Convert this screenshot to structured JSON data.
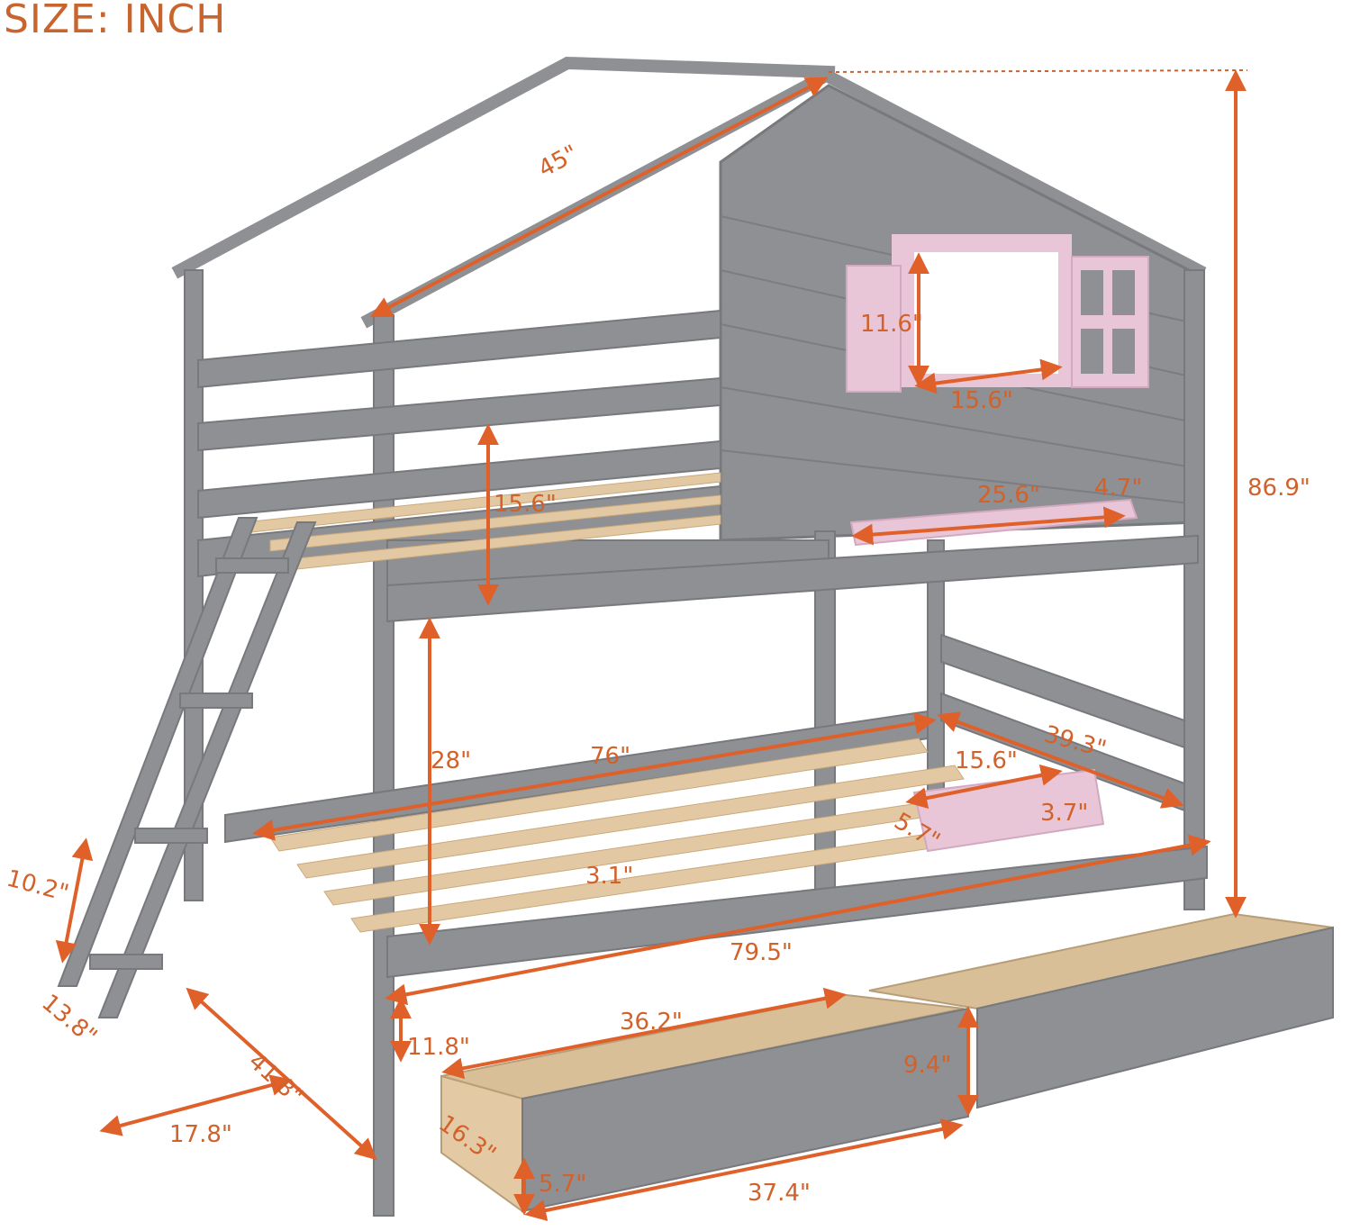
{
  "header": {
    "title": "SIZE: INCH"
  },
  "colors": {
    "frame_gray": "#8e9093",
    "frame_gray_dark": "#77797c",
    "slat_wood": "#e3c9a3",
    "accent_pink": "#e8c6d8",
    "dimension_orange": "#e0602a",
    "title_orange": "#c8642e"
  },
  "dimensions": {
    "roof_slope": "45\"",
    "overall_height": "86.9\"",
    "window_height": "11.6\"",
    "window_width": "15.6\"",
    "upper_guardrail_height": "15.6\"",
    "shelf_length": "25.6\"",
    "shelf_depth": "4.7\"",
    "under_bed_clearance": "28\"",
    "mattress_length": "76\"",
    "bed_width": "39.3\"",
    "lower_box_length": "15.6\"",
    "lower_box_height": "3.7\"",
    "lower_box_depth": "5.7\"",
    "slat_gap": "3.1\"",
    "ladder_step_spacing": "10.2\"",
    "ladder_step_depth": "13.8\"",
    "overall_length": "79.5\"",
    "floor_clearance": "11.8\"",
    "ladder_footprint_depth": "41.8\"",
    "ladder_width": "17.8\"",
    "drawer_inner_length": "36.2\"",
    "drawer_front_height": "9.4\"",
    "drawer_depth": "16.3\"",
    "drawer_side_height": "5.7\"",
    "drawer_front_length": "37.4\""
  }
}
